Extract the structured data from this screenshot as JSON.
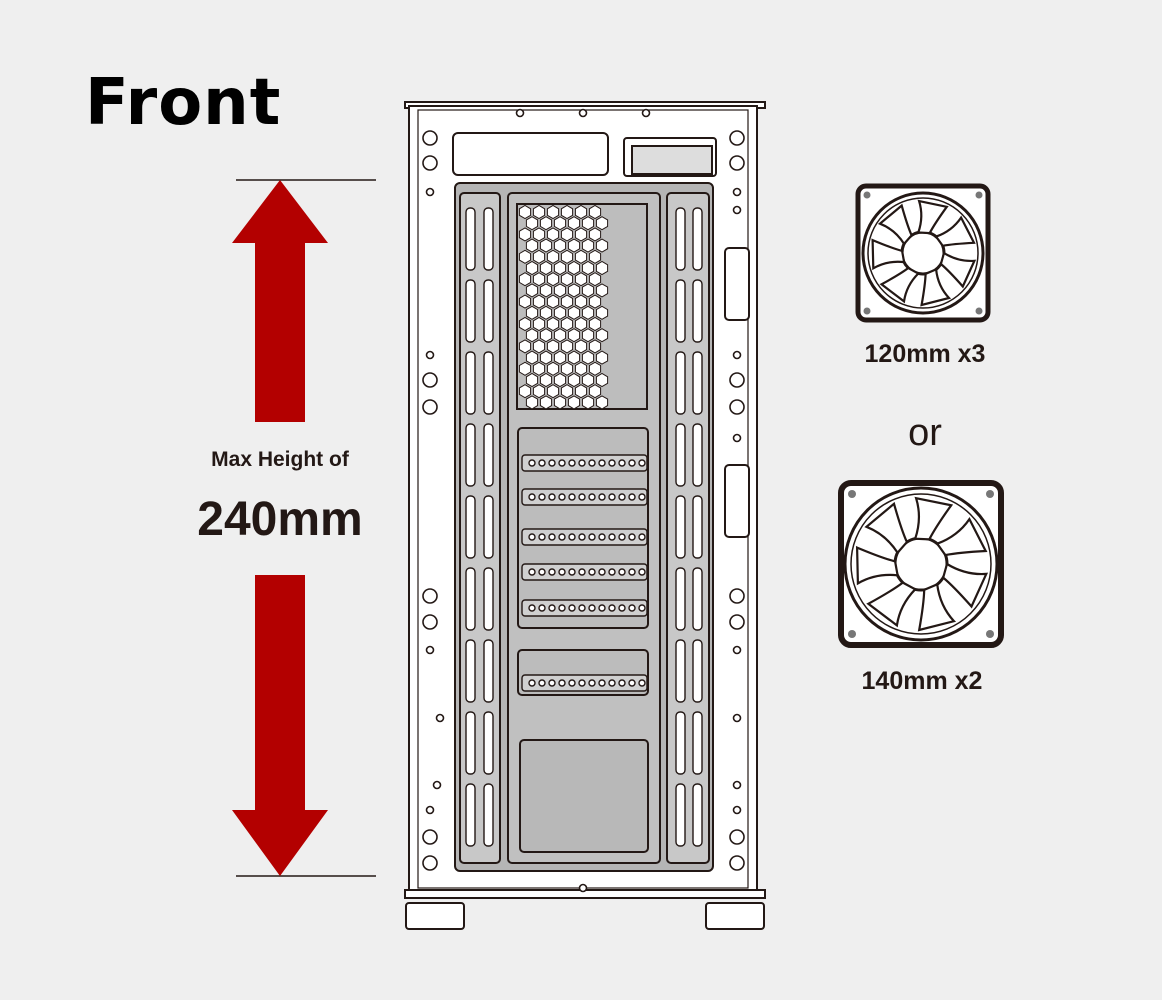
{
  "heading": "Front",
  "measurement": {
    "label": "Max Height of",
    "value": "240mm"
  },
  "fans": [
    {
      "label": "120mm x3"
    },
    {
      "label": "140mm x2"
    }
  ],
  "separator": "or",
  "colors": {
    "arrow": "#b30000",
    "background": "#efefef",
    "panel": "#b5b5b5",
    "line": "#231815"
  }
}
